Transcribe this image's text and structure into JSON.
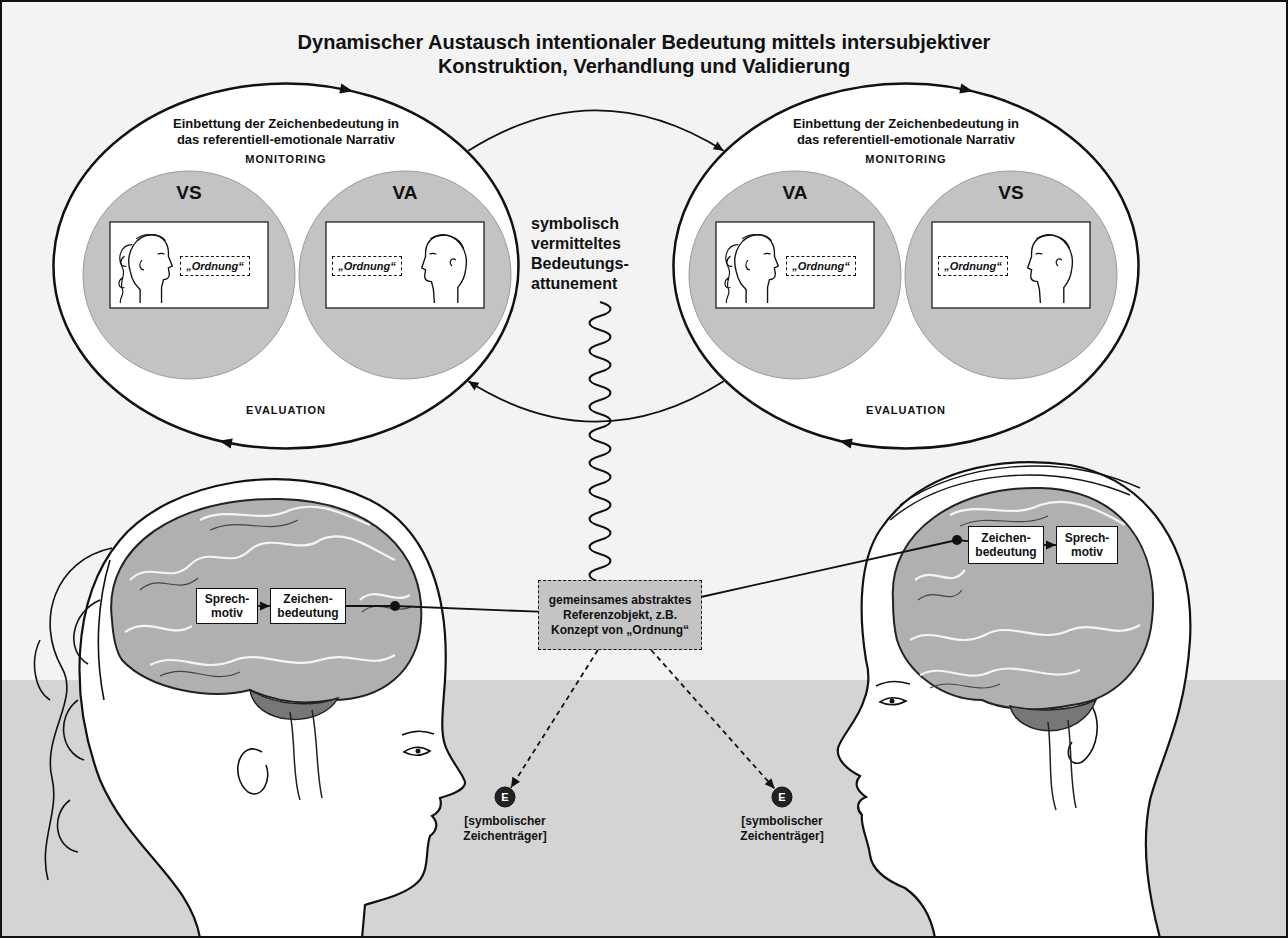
{
  "diagram": {
    "title": "Dynamischer Austausch intentionaler Bedeutung mittels intersubjektiver Konstruktion, Verhandlung und Validierung",
    "nodes": [
      {
        "text": [
          "Einbettung der Zeichenbedeutung in das referentiell-emotionale Narrativ"
        ]
      },
      {
        "text": [
          "VS"
        ],
        "in": 0
      },
      {
        "text": [
          "„Ordnung“"
        ],
        "in": 1
      },
      {
        "text": [
          "VA"
        ],
        "in": 0
      },
      {
        "text": [
          "„Ordnung“"
        ],
        "in": 3
      },
      {
        "text": [
          "Einbettung der Zeichenbedeutung in das referentiell-emotionale Narrativ"
        ]
      },
      {
        "text": [
          "VA"
        ],
        "in": 5
      },
      {
        "text": [
          "„Ordnung“"
        ],
        "in": 6
      },
      {
        "text": [
          "VS"
        ],
        "in": 5
      },
      {
        "text": [
          "„Ordnung“"
        ],
        "in": 8
      },
      {
        "text": [
          "Sprech- motiv"
        ]
      },
      {
        "text": [
          "Zeichen- bedeutung"
        ]
      },
      {
        "text": [
          "gemeinsames abstraktes Referenzobjekt, z.B. Konzept von „Ordnung“"
        ]
      },
      {
        "text": [
          "Zeichen- bedeutung"
        ]
      },
      {
        "text": [
          "Sprech- motiv"
        ]
      },
      {
        "text": [
          "E",
          "[symbolischer Zeichenträger]"
        ]
      },
      {
        "text": [
          "E",
          "[symbolischer Zeichenträger]"
        ]
      }
    ],
    "edges": [
      {
        "from": 0,
        "to": 5,
        "arrow": "to"
      },
      {
        "from": 5,
        "to": 0,
        "arrow": "to"
      },
      {
        "from": 10,
        "to": 11,
        "arrow": "to"
      },
      {
        "from": 11,
        "to": 12,
        "arrow": "none"
      },
      {
        "from": 12,
        "to": 13,
        "arrow": "none"
      },
      {
        "from": 13,
        "to": 14,
        "arrow": "to"
      },
      {
        "from": 12,
        "to": 15,
        "arrow": "to"
      },
      {
        "from": 12,
        "to": 16,
        "arrow": "to"
      }
    ],
    "labels": [
      "MONITORING",
      "EVALUATION",
      "MONITORING",
      "EVALUATION",
      "symbolisch vermitteltes Bedeutungs- attunement"
    ]
  }
}
